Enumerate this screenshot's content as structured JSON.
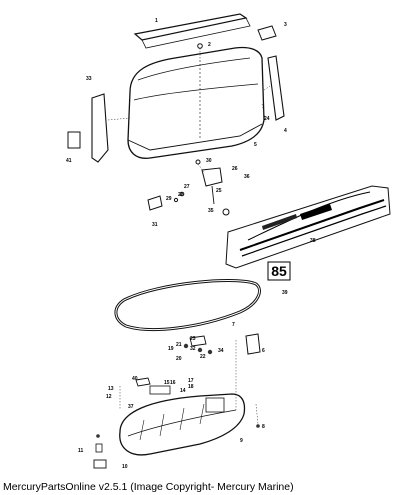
{
  "callouts": [
    "1",
    "2",
    "3",
    "4",
    "5",
    "6",
    "7",
    "8",
    "9",
    "10",
    "11",
    "12",
    "13",
    "14",
    "15",
    "16",
    "17",
    "18",
    "19",
    "20",
    "21",
    "22",
    "23",
    "24",
    "25",
    "26",
    "27",
    "28",
    "29",
    "30",
    "31",
    "32",
    "33",
    "34",
    "35",
    "36",
    "37",
    "38",
    "39",
    "40",
    "41"
  ],
  "decal_badge": "85",
  "caption": "MercuryPartsOnline v2.5.1 (Image Copyright- Mercury Marine)"
}
